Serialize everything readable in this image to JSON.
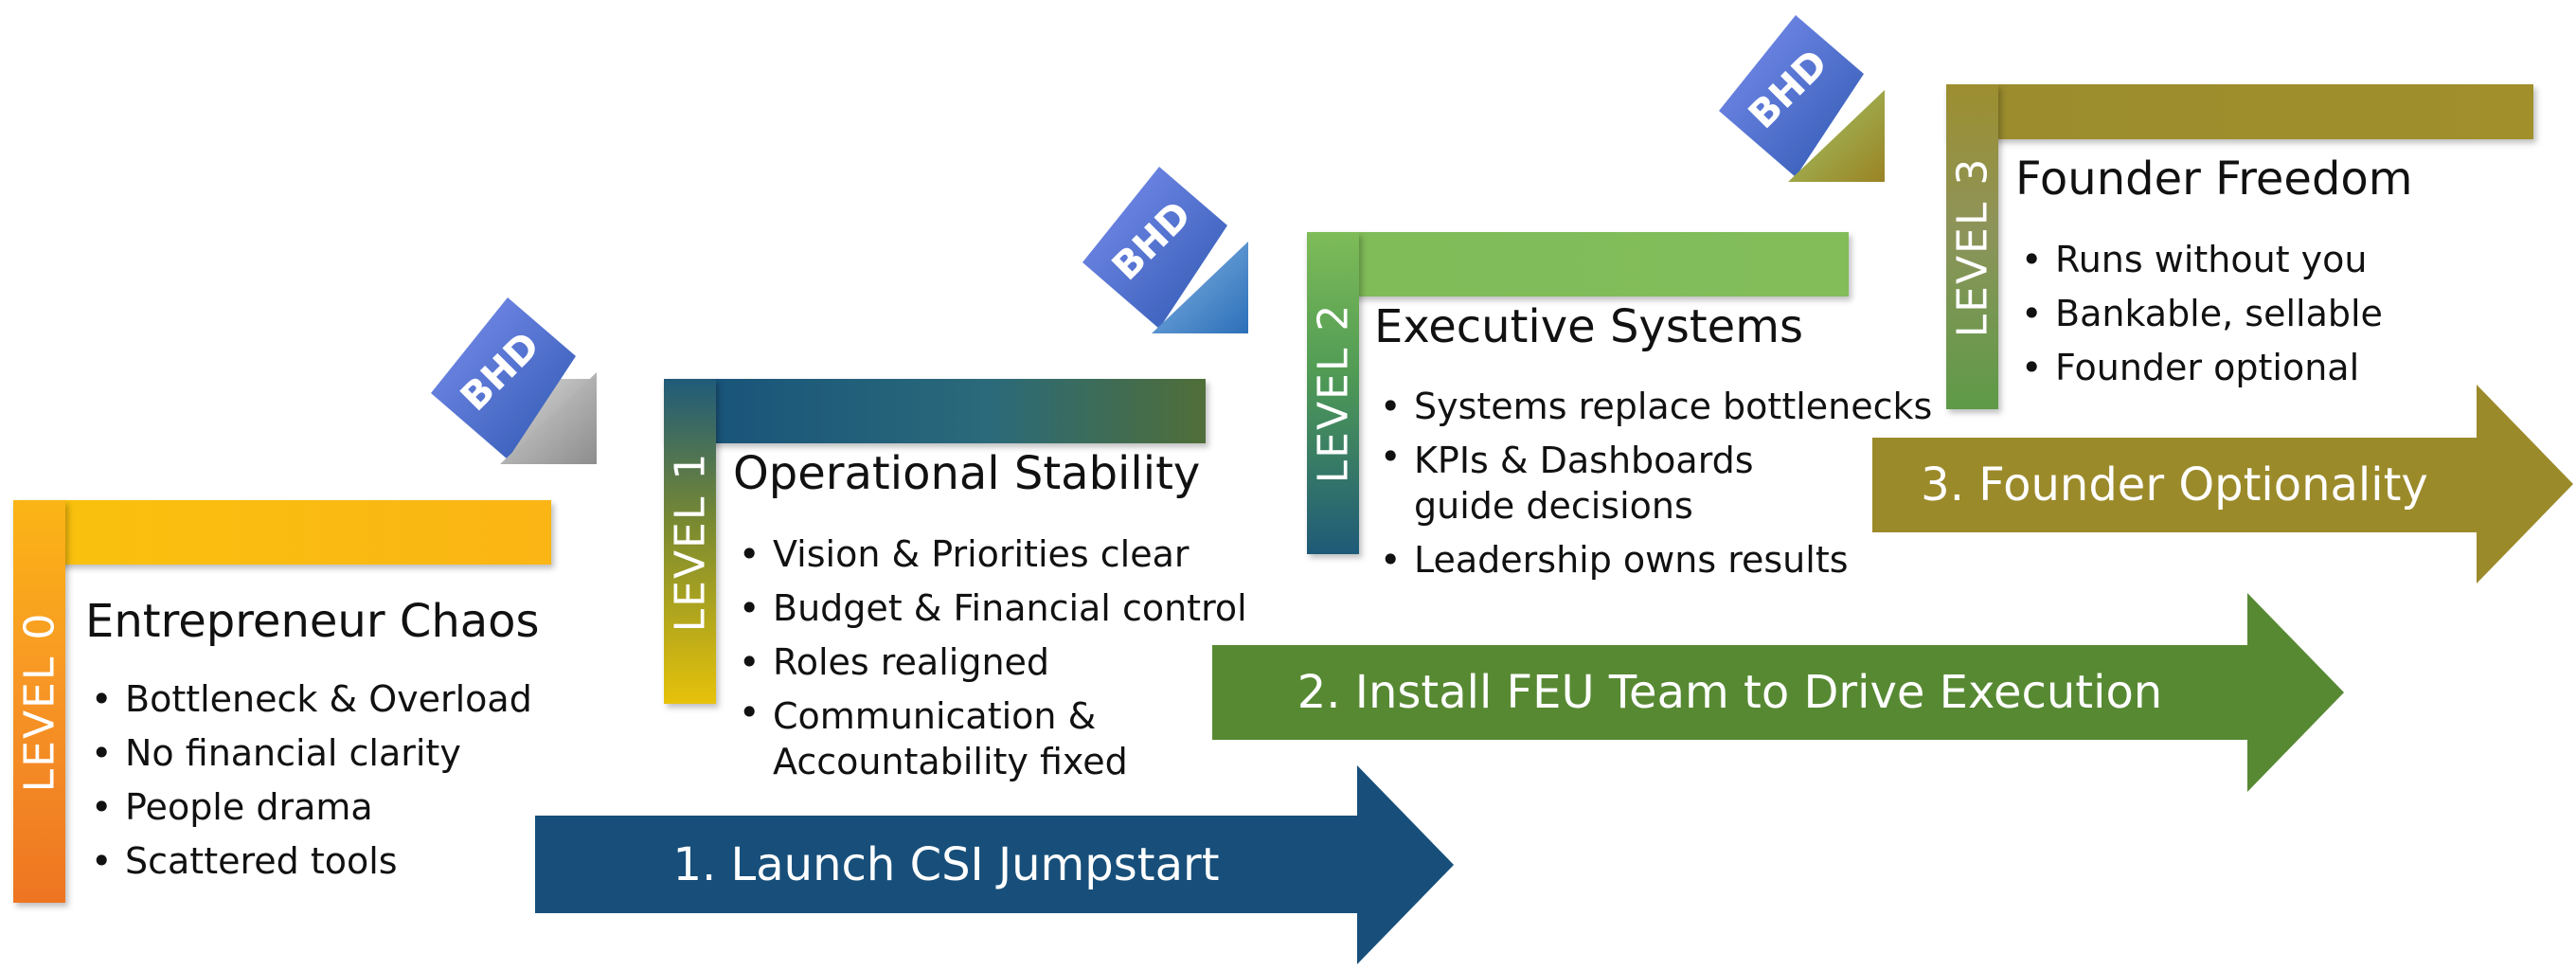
{
  "levels": [
    {
      "tag": "LEVEL 0",
      "title": "Entrepreneur Chaos",
      "bullets": [
        "Bottleneck & Overload",
        "No financial clarity",
        "People drama",
        "Scattered tools"
      ]
    },
    {
      "tag": "LEVEL 1",
      "title": "Operational Stability",
      "bullets": [
        "Vision & Priorities clear",
        "Budget & Financial control",
        "Roles realigned",
        "Communication & Accountability fixed"
      ]
    },
    {
      "tag": "LEVEL 2",
      "title": "Executive Systems",
      "bullets": [
        "Systems replace bottlenecks",
        "KPIs & Dashboards guide decisions",
        "Leadership owns results"
      ]
    },
    {
      "tag": "LEVEL 3",
      "title": "Founder Freedom",
      "bullets": [
        "Runs without you",
        "Bankable, sellable",
        "Founder optional"
      ]
    }
  ],
  "badges": [
    "BHD",
    "BHD",
    "BHD"
  ],
  "arrows": [
    {
      "label": "1. Launch CSI Jumpstart",
      "color": "#174f7a"
    },
    {
      "label": "2. Install FEU Team to Drive Execution",
      "color": "#578933"
    },
    {
      "label": "3. Founder Optionality",
      "color": "#9b8a2a"
    }
  ],
  "colors": {
    "level0": "#f79725",
    "level1": "#1f5b7a",
    "level2": "#7fbc58",
    "level3": "#9d8e2f",
    "badge_blue": "#3f6fc8"
  }
}
